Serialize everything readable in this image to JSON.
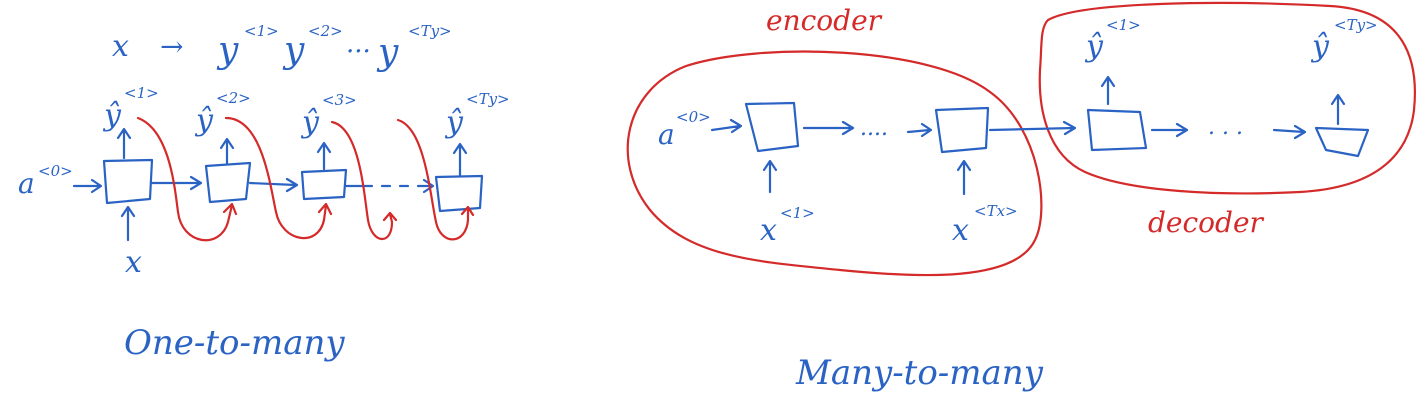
{
  "one_to_many": {
    "formula": {
      "lhs": "x",
      "arrow": "→",
      "y1": "y",
      "y1_sup": "<1>",
      "y2": "y",
      "y2_sup": "<2>",
      "dots": "...",
      "yT": "y",
      "yT_sup": "<Ty>"
    },
    "a0": "a",
    "a0_sup": "<0>",
    "input_x": "x",
    "outputs": [
      {
        "base": "ŷ",
        "sup": "<1>"
      },
      {
        "base": "ŷ",
        "sup": "<2>"
      },
      {
        "base": "ŷ",
        "sup": "<3>"
      },
      {
        "base": "ŷ",
        "sup": "<Ty>"
      }
    ],
    "caption": "One-to-many"
  },
  "many_to_many": {
    "encoder_label": "encoder",
    "decoder_label": "decoder",
    "a0": "a",
    "a0_sup": "<0>",
    "dots_mid": "....",
    "dots_dec": ". . .",
    "inputs": [
      {
        "base": "x",
        "sup": "<1>"
      },
      {
        "base": "x",
        "sup": "<Tx>"
      }
    ],
    "outputs": [
      {
        "base": "ŷ",
        "sup": "<1>"
      },
      {
        "base": "ŷ",
        "sup": "<Ty>"
      }
    ],
    "caption": "Many-to-many"
  },
  "colors": {
    "blue_ink": "#2a63c4",
    "red_ink": "#d42a2a",
    "background": "#ffffff"
  }
}
